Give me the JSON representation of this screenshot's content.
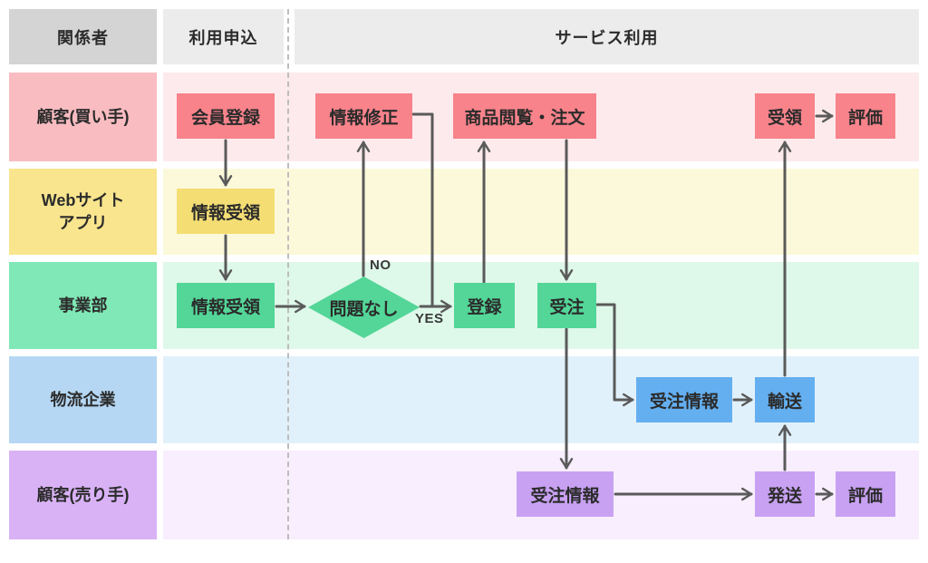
{
  "headers": {
    "stakeholders": "関係者",
    "apply": "利用申込",
    "service": "サービス利用"
  },
  "lanes": [
    {
      "id": "customer-buyer",
      "label": "顧客(買い手)"
    },
    {
      "id": "website-app",
      "label": "Webサイト\nアプリ"
    },
    {
      "id": "business-dept",
      "label": "事業部"
    },
    {
      "id": "logistics",
      "label": "物流企業"
    },
    {
      "id": "customer-seller",
      "label": "顧客(売り手)"
    }
  ],
  "nodes": {
    "member_registration": "会員登録",
    "info_correction": "情報修正",
    "browse_order": "商品閲覧・注文",
    "receive_goods": "受領",
    "evaluate_buyer": "評価",
    "info_receipt_web": "情報受領",
    "info_receipt_dept": "情報受領",
    "no_problem": "問題なし",
    "register": "登録",
    "order_received": "受注",
    "order_info_logistics": "受注情報",
    "transport": "輸送",
    "order_info_seller": "受注情報",
    "ship": "発送",
    "evaluate_seller": "評価"
  },
  "branch": {
    "no": "NO",
    "yes": "YES"
  },
  "colors": {
    "header_primary_bg": "#d4d4d4",
    "header_secondary_bg": "#ececec",
    "red_node": "#f8838b",
    "red_label": "#f9bcc1",
    "red_lane": "#fdeaec",
    "yellow_node": "#f4de74",
    "yellow_label": "#f8e58e",
    "yellow_lane": "#fcf9da",
    "green_node": "#53d698",
    "green_label": "#80e8b6",
    "green_lane": "#def8e9",
    "blue_node": "#64aff0",
    "blue_label": "#b5d7f3",
    "blue_lane": "#e1f1fb",
    "purple_node": "#c8a1f3",
    "purple_label": "#d9b2f6",
    "purple_lane": "#f8eefd",
    "arrow": "#5a5a5a",
    "dashed_line": "#bdbdbd",
    "text": "#2b2b2b"
  }
}
